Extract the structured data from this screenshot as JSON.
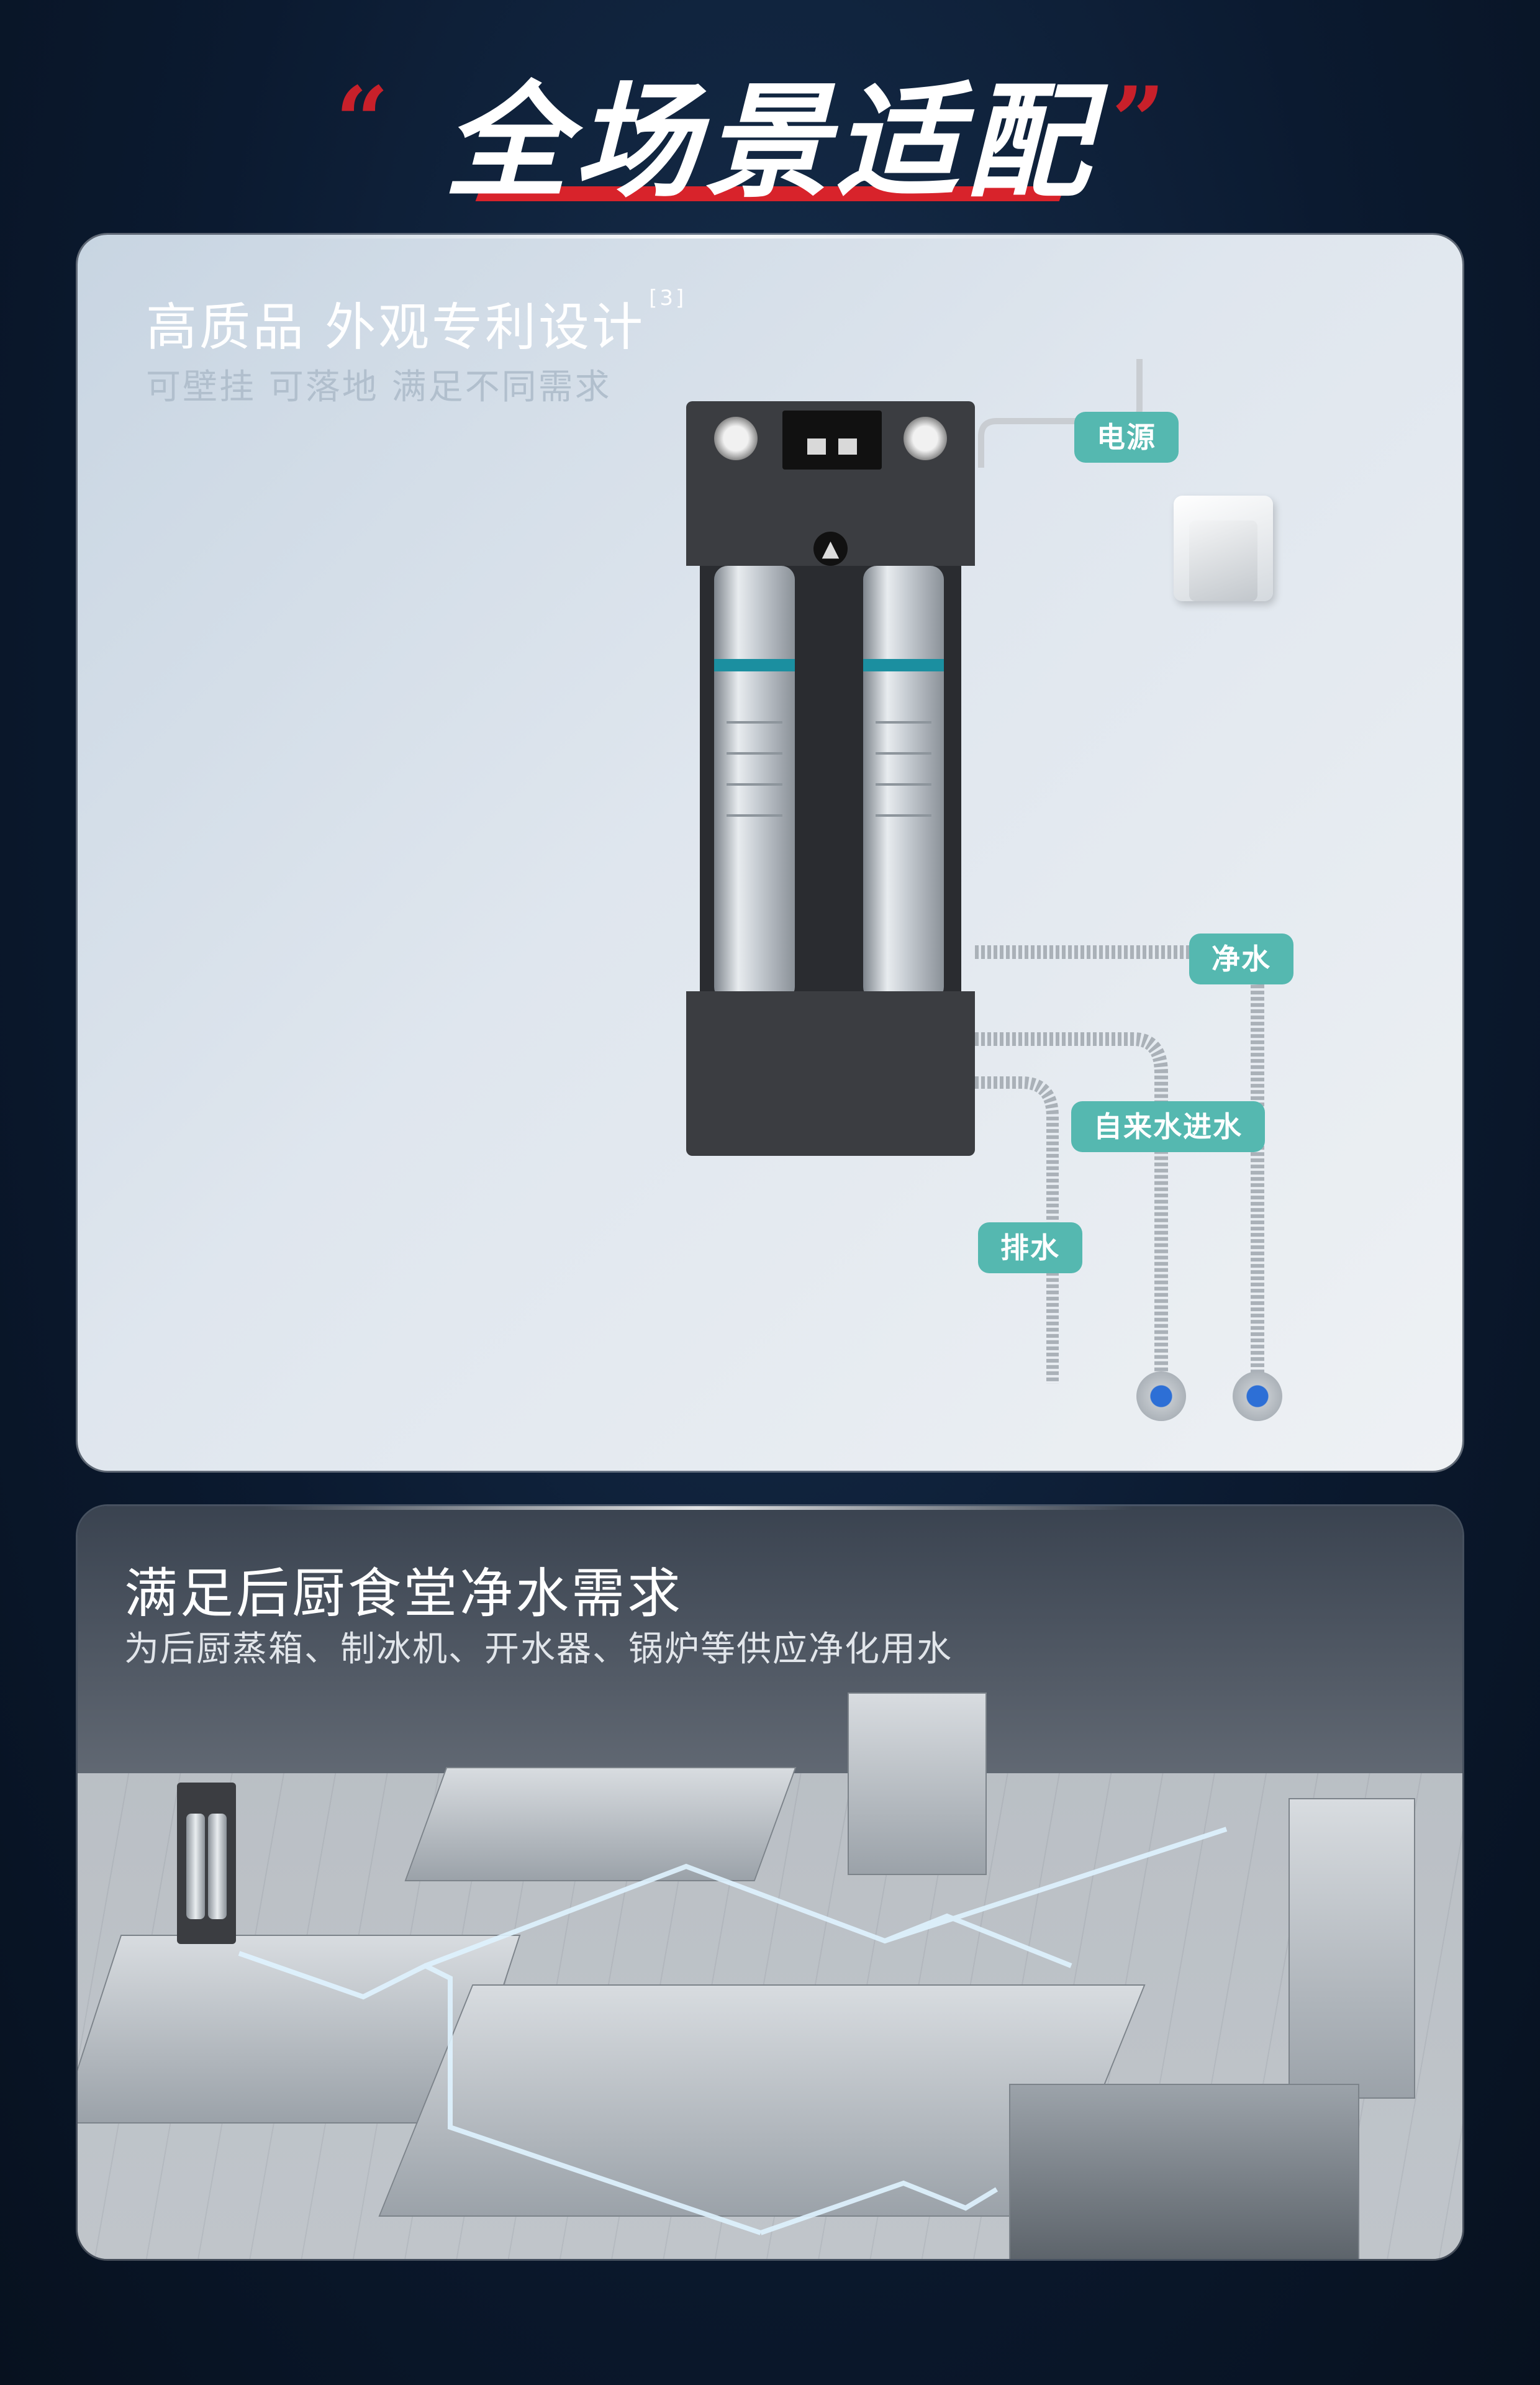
{
  "header": {
    "open_quote": "“",
    "close_quote": "”",
    "title": "全场景适配"
  },
  "panel1": {
    "title": "高质品 外观专利设计",
    "footnote": "[3]",
    "subtitle": "可壁挂 可落地 满足不同需求",
    "labels": {
      "power": "电源",
      "clean_water": "净水",
      "tap_water_in": "自来水进水",
      "drain": "排水"
    }
  },
  "panel2": {
    "title": "满足后厨食堂净水需求",
    "subtitle": "为后厨蒸箱、制冰机、开水器、锅炉等供应净化用水"
  },
  "colors": {
    "accent_red": "#d8232b",
    "tag_teal": "#55b8b0",
    "background": "#0b1a30"
  },
  "icons": {
    "device_logo": "triangle-logo-icon"
  }
}
